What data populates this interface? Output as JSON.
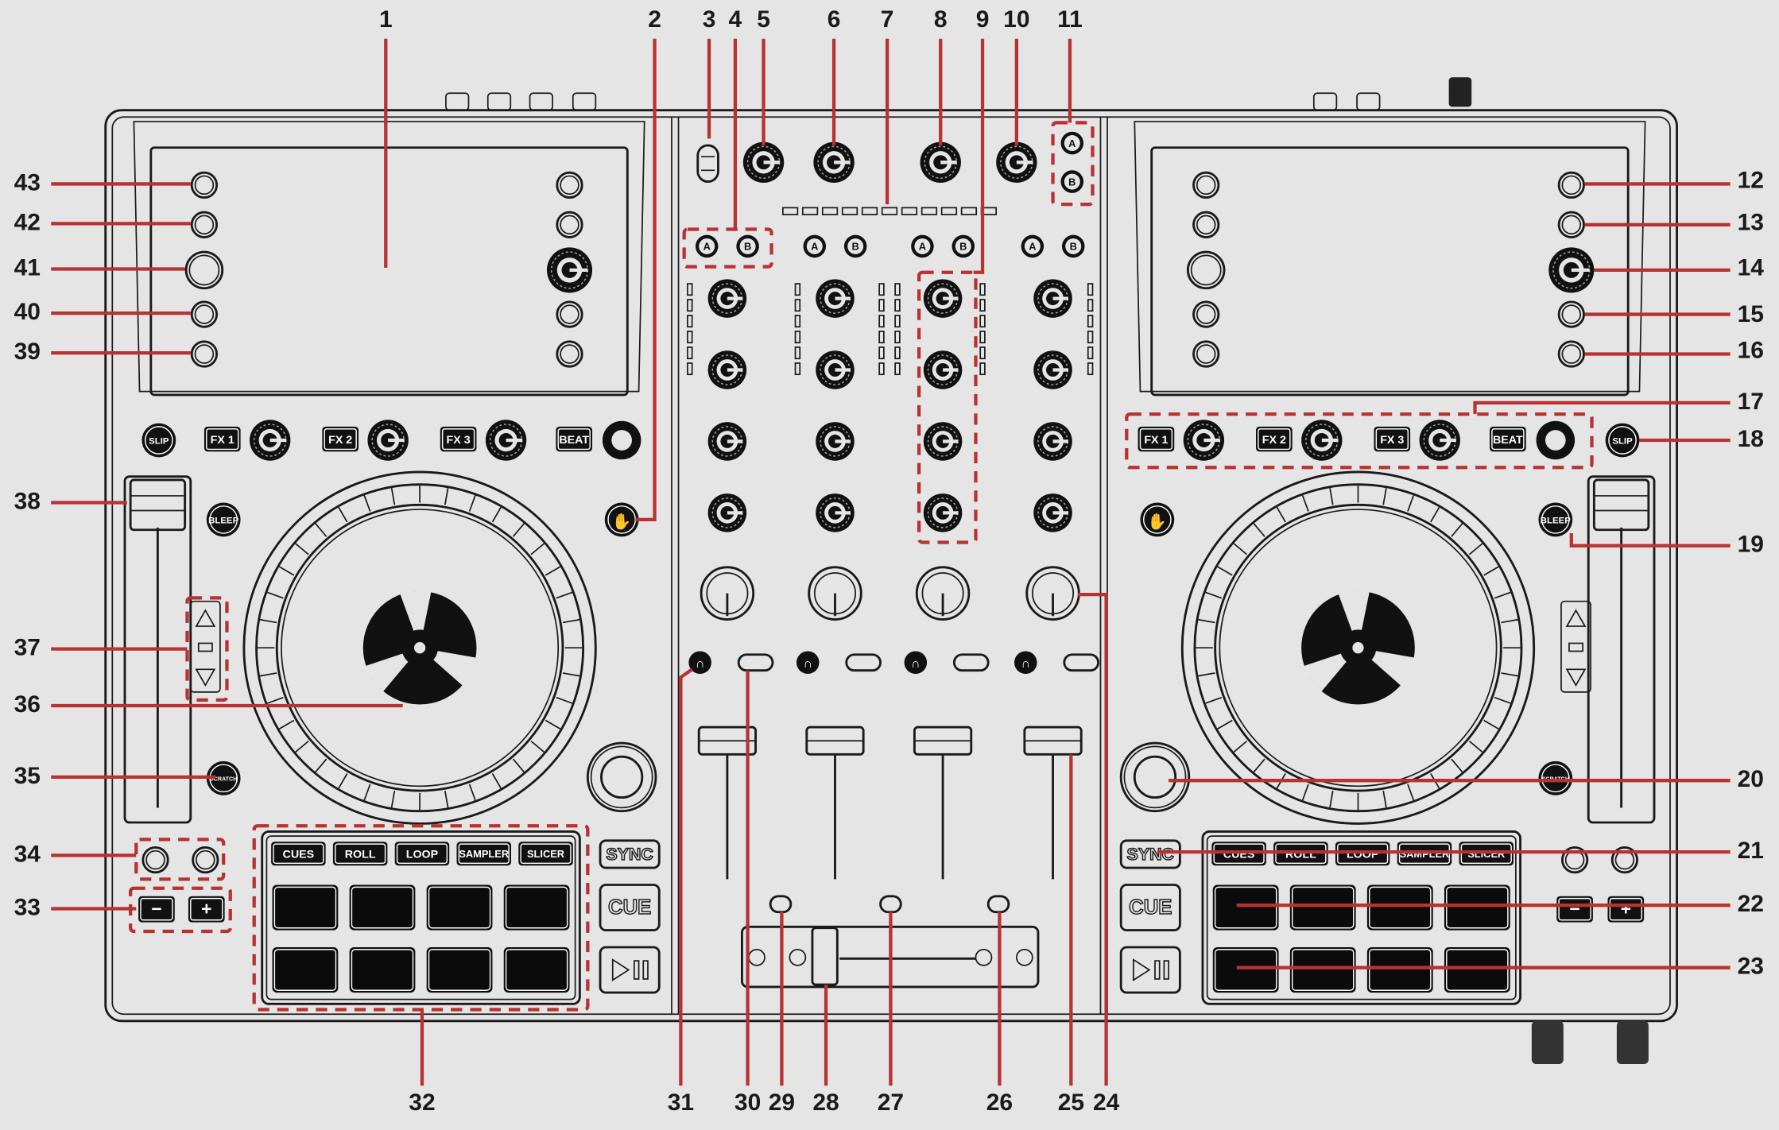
{
  "device": {
    "labels": {
      "slip": "SLIP",
      "fx1": "FX 1",
      "fx2": "FX 2",
      "fx3": "FX 3",
      "beat": "BEAT",
      "bleep": "BLEEP",
      "scratch": "SCRATCH",
      "cues": "CUES",
      "roll": "ROLL",
      "loop": "LOOP",
      "sampler": "SAMPLER",
      "slicer": "SLICER",
      "sync": "SYNC",
      "cue": "CUE",
      "a": "A",
      "b": "B",
      "minus": "−",
      "plus": "+"
    }
  },
  "callouts": [
    "1",
    "2",
    "3",
    "4",
    "5",
    "6",
    "7",
    "8",
    "9",
    "10",
    "11",
    "12",
    "13",
    "14",
    "15",
    "16",
    "17",
    "18",
    "19",
    "20",
    "21",
    "22",
    "23",
    "24",
    "25",
    "26",
    "27",
    "28",
    "29",
    "30",
    "31",
    "32",
    "33",
    "34",
    "35",
    "36",
    "37",
    "38",
    "39",
    "40",
    "41",
    "42",
    "43"
  ],
  "colors": {
    "callout": "#b83232",
    "outline": "#1a1a1a",
    "panel": "#e4e5e4",
    "pad": "#0b0b0b"
  }
}
